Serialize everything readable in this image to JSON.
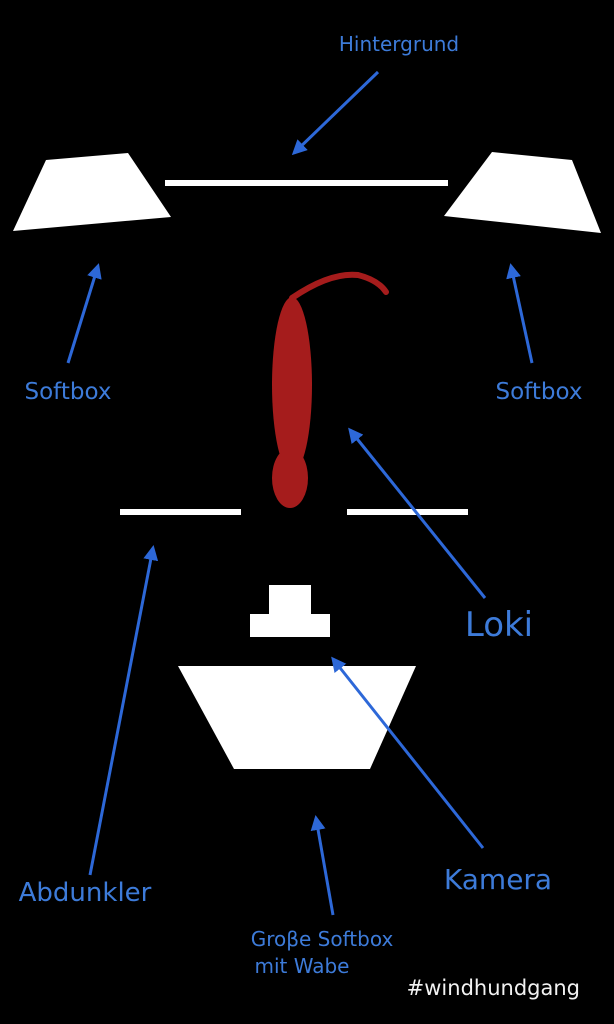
{
  "labels": {
    "background": "Hintergrund",
    "softbox_left": "Softbox",
    "softbox_right": "Softbox",
    "subject": "Loki",
    "darkener": "Abdunkler",
    "camera": "Kamera",
    "big_softbox_line1": "Groβe Softbox",
    "big_softbox_line2": "mit Wabe"
  },
  "hashtag": "#windhundgang",
  "colors": {
    "background": "#000000",
    "label_blue": "#3d7bd9",
    "arrow_blue": "#2d68d8",
    "equipment_white": "#ffffff",
    "subject_red": "#a51c1c",
    "hashtag_white": "#f2f2f2"
  }
}
